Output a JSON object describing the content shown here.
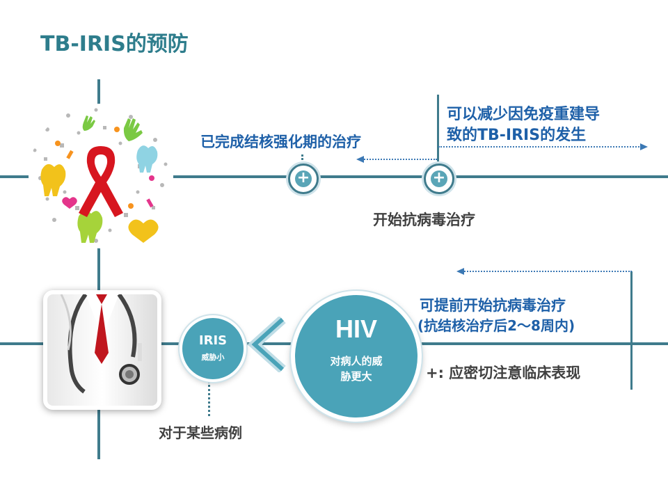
{
  "title": "TB-IRIS的预防",
  "top_branch": {
    "left_label": "已完成结核强化期的治疗",
    "right_label_line1": "可以减少因免疫重建导",
    "right_label_line2": "致的TB-IRIS的发生",
    "bottom_label": "开始抗病毒治疗",
    "plus_symbol": "+"
  },
  "bottom_branch": {
    "right_label_line1": "可提前开始抗病毒治疗",
    "right_label_line2": "(抗结核治疗后2～8周内)",
    "note": "+: 应密切注意临床表现",
    "hiv_title": "HIV",
    "hiv_sub_line1": "对病人的威",
    "hiv_sub_line2": "胁更大",
    "iris_title": "IRIS",
    "iris_sub": "威胁小",
    "case_label": "对于某些病例"
  },
  "colors": {
    "teal": "#3f7b8c",
    "circle": "#4aa3b8",
    "blue_text": "#1e60a8",
    "title": "#2e7d8c"
  }
}
